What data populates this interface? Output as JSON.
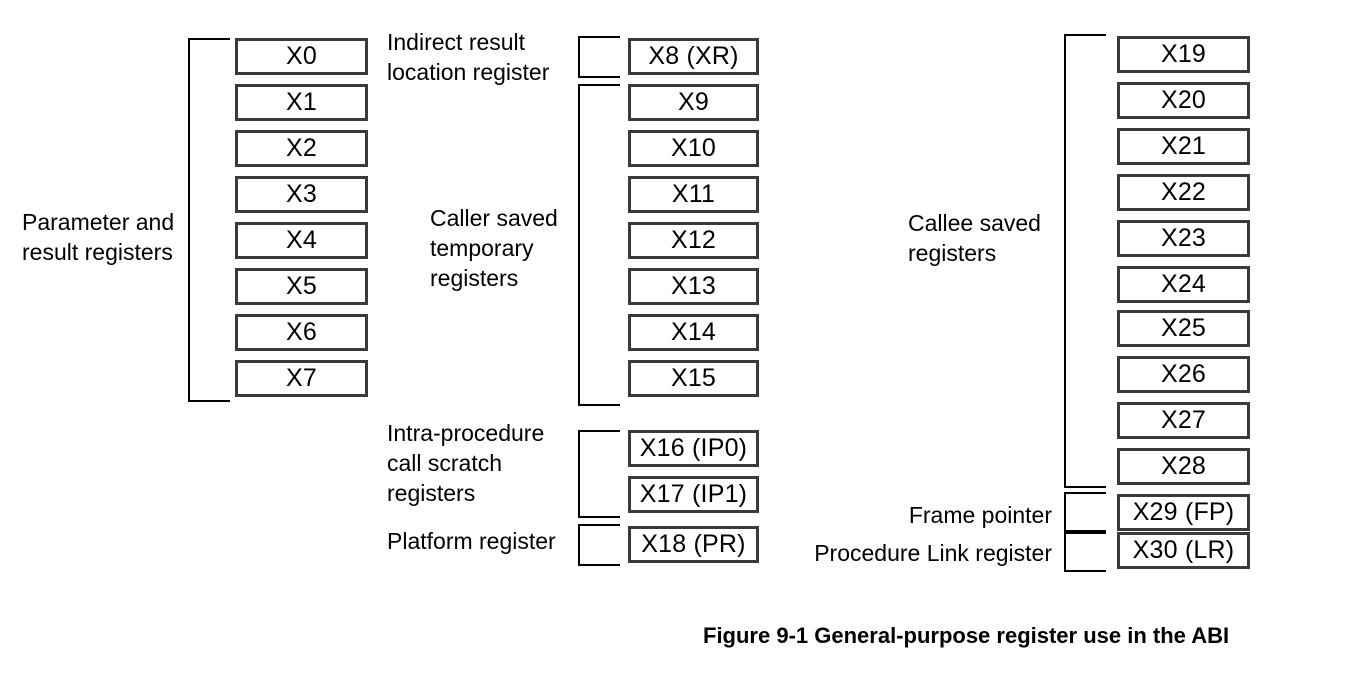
{
  "figure": {
    "caption": "Figure 9-1 General-purpose register use in the ABI",
    "colors": {
      "box_border": "#3a3a3a",
      "bracket": "#000000",
      "background": "#ffffff",
      "text": "#000000"
    }
  },
  "groups": [
    {
      "id": "parameter-and-result-registers",
      "label": "Parameter and\nresult registers",
      "label_align": "left",
      "column": "left",
      "registers": [
        {
          "name": "X0"
        },
        {
          "name": "X1"
        },
        {
          "name": "X2"
        },
        {
          "name": "X3"
        },
        {
          "name": "X4"
        },
        {
          "name": "X5"
        },
        {
          "name": "X6"
        },
        {
          "name": "X7"
        }
      ]
    },
    {
      "id": "indirect-result-location-register",
      "label": "Indirect result\nlocation register",
      "label_align": "left",
      "column": "middle",
      "registers": [
        {
          "name": "X8 (XR)"
        }
      ]
    },
    {
      "id": "caller-saved-temporary-registers",
      "label": "Caller saved\ntemporary\nregisters",
      "label_align": "left",
      "column": "middle",
      "registers": [
        {
          "name": "X9"
        },
        {
          "name": "X10"
        },
        {
          "name": "X11"
        },
        {
          "name": "X12"
        },
        {
          "name": "X13"
        },
        {
          "name": "X14"
        },
        {
          "name": "X15"
        }
      ]
    },
    {
      "id": "intra-procedure-call-scratch-registers",
      "label": "Intra-procedure\ncall scratch\nregisters",
      "label_align": "left",
      "column": "middle",
      "registers": [
        {
          "name": "X16 (IP0)"
        },
        {
          "name": "X17 (IP1)"
        }
      ]
    },
    {
      "id": "platform-register",
      "label": "Platform register",
      "label_align": "left",
      "column": "middle",
      "registers": [
        {
          "name": "X18 (PR)"
        }
      ]
    },
    {
      "id": "callee-saved-registers",
      "label": "Callee saved\nregisters",
      "label_align": "left",
      "column": "right",
      "registers": [
        {
          "name": "X19"
        },
        {
          "name": "X20"
        },
        {
          "name": "X21"
        },
        {
          "name": "X22"
        },
        {
          "name": "X23"
        },
        {
          "name": "X24"
        },
        {
          "name": "X25"
        },
        {
          "name": "X26"
        },
        {
          "name": "X27"
        },
        {
          "name": "X28"
        }
      ]
    },
    {
      "id": "frame-pointer",
      "label": "Frame pointer",
      "label_align": "right",
      "column": "right",
      "registers": [
        {
          "name": "X29 (FP)"
        }
      ]
    },
    {
      "id": "procedure-link-register",
      "label": "Procedure Link register",
      "label_align": "right",
      "column": "right",
      "registers": [
        {
          "name": "X30 (LR)"
        }
      ]
    }
  ]
}
